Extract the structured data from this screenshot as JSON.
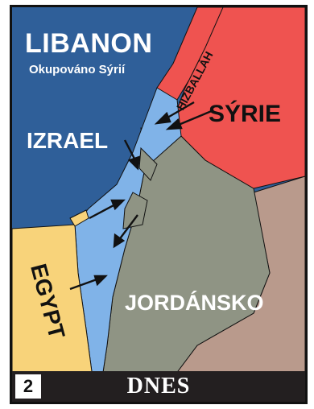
{
  "map": {
    "regions": {
      "lebanon": {
        "name": "LIBANON",
        "note": "Okupováno Sýrií",
        "color": "#2f5f99"
      },
      "israel": {
        "name": "IZRAEL",
        "color": "#80b3e8"
      },
      "syria": {
        "name": "SÝRIE",
        "color": "#ef5350"
      },
      "hizballah": {
        "name": "HIZBALLÁH",
        "color": "#ef5350"
      },
      "jordan": {
        "name": "JORDÁNSKO",
        "color": "#8f9484"
      },
      "egypt": {
        "name": "EGYPT",
        "color": "#f8d37a"
      },
      "saudi": {
        "color": "#b99a8c"
      }
    },
    "panel_number": "2",
    "caption": "DNES",
    "arrow_icon": "arrow-icon"
  }
}
